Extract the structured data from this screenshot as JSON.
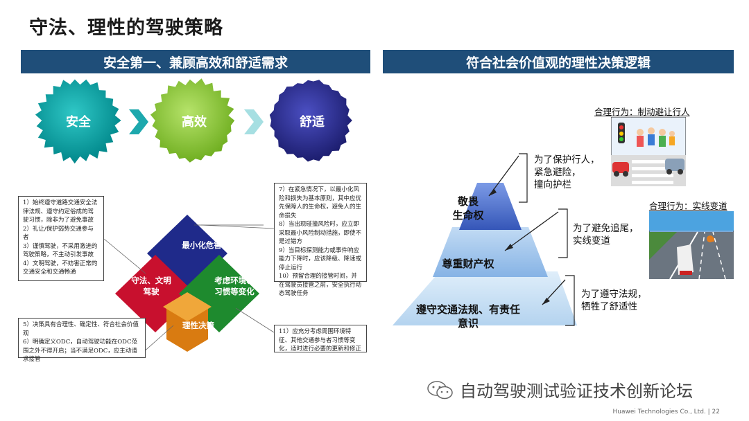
{
  "title": "守法、理性的驾驶策略",
  "left_header": "安全第一、兼顾高效和舒适需求",
  "right_header": "符合社会价值观的理性决策逻辑",
  "stages": [
    {
      "label": "安全",
      "color": "#00a6a8"
    },
    {
      "label": "高效",
      "color": "#8cc63f"
    },
    {
      "label": "舒适",
      "color": "#2e3192"
    }
  ],
  "cube": {
    "top": "最小化危害",
    "left": "守法、文明\n驾驶",
    "right": "考虑环境、\n习惯等变化",
    "bottom": "理性决策"
  },
  "notes": {
    "left_top": [
      "1）始终遵守道路交通安全法律法规、遵守约定俗成的驾驶习惯，除非为了避免事故",
      "2）礼让/保护弱势交通参与者",
      "3）谨慎驾驶，不采用激进的驾驶策略，不主动引发事故",
      "4）文明驾驶，不妨害正常的交通安全和交通畅通"
    ],
    "left_bottom": [
      "5）决策具有合理性、确定性、符合社会价值观",
      "6）明确定义ODC，自动驾驶功能在ODC范围之外不得开启；当不满足ODC，应主动请求接管"
    ],
    "right_top": [
      "7）在紧急情况下，以最小化风险和损失为基本原则，其中应优先保障人的生命权，避免人的生命损失",
      "8）当出现碰撞风险时，应立即采取最小风险制动措施，即使不是过错方",
      "9）当目标探测能力或事件响应能力下降时，应该降级、降速或停止运行",
      "10）预留合理的接管时间，并在驾驶员接管之前，安全执行动态驾驶任务"
    ],
    "right_bottom": [
      "11）应充分考虑周围环境特征、其他交通参与者习惯等变化，适时进行必要的更新和修正"
    ]
  },
  "pyramid": [
    {
      "label": "敬畏\n生命权",
      "color": "#4a6fd1"
    },
    {
      "label": "尊重财产权",
      "color": "#9fc3ea"
    },
    {
      "label": "遵守交通法规、有责任\n意识",
      "color": "#c6dff3"
    }
  ],
  "annotations": [
    "为了保护行人，\n紧急避险，\n撞向护栏",
    "为了避免追尾，\n实线变道",
    "为了遵守法规，\n牺牲了舒适性"
  ],
  "picture_titles": [
    "合理行为：制动避让行人",
    "合理行为：实线变道"
  ],
  "watermark": "自动驾驶测试验证技术创新论坛",
  "footer": "Huawei Technologies Co., Ltd.  |  22"
}
